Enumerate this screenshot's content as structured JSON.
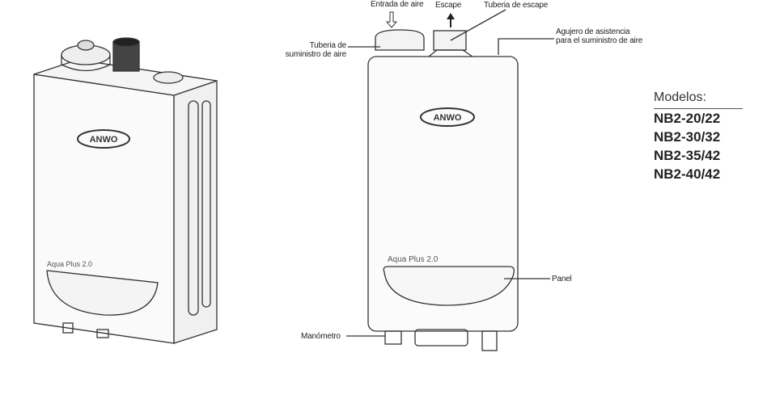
{
  "brand": {
    "logo_text": "ANWO",
    "product_badge": "Aqua Plus 2.0"
  },
  "labels": {
    "air_inlet": "Entrada de aire",
    "exhaust": "Escape",
    "exhaust_pipe": "Tuberia de escape",
    "supply_pipe_line1": "Tuberia de",
    "supply_pipe_line2": "suministro de aire",
    "assist_hole_line1": "Agujero de asistencia",
    "assist_hole_line2": "para el suministro de aire",
    "panel": "Panel",
    "manometer": "Manómetro"
  },
  "models": {
    "heading": "Modelos:",
    "items": [
      "NB2-20/22",
      "NB2-30/32",
      "NB2-35/42",
      "NB2-40/42"
    ]
  }
}
